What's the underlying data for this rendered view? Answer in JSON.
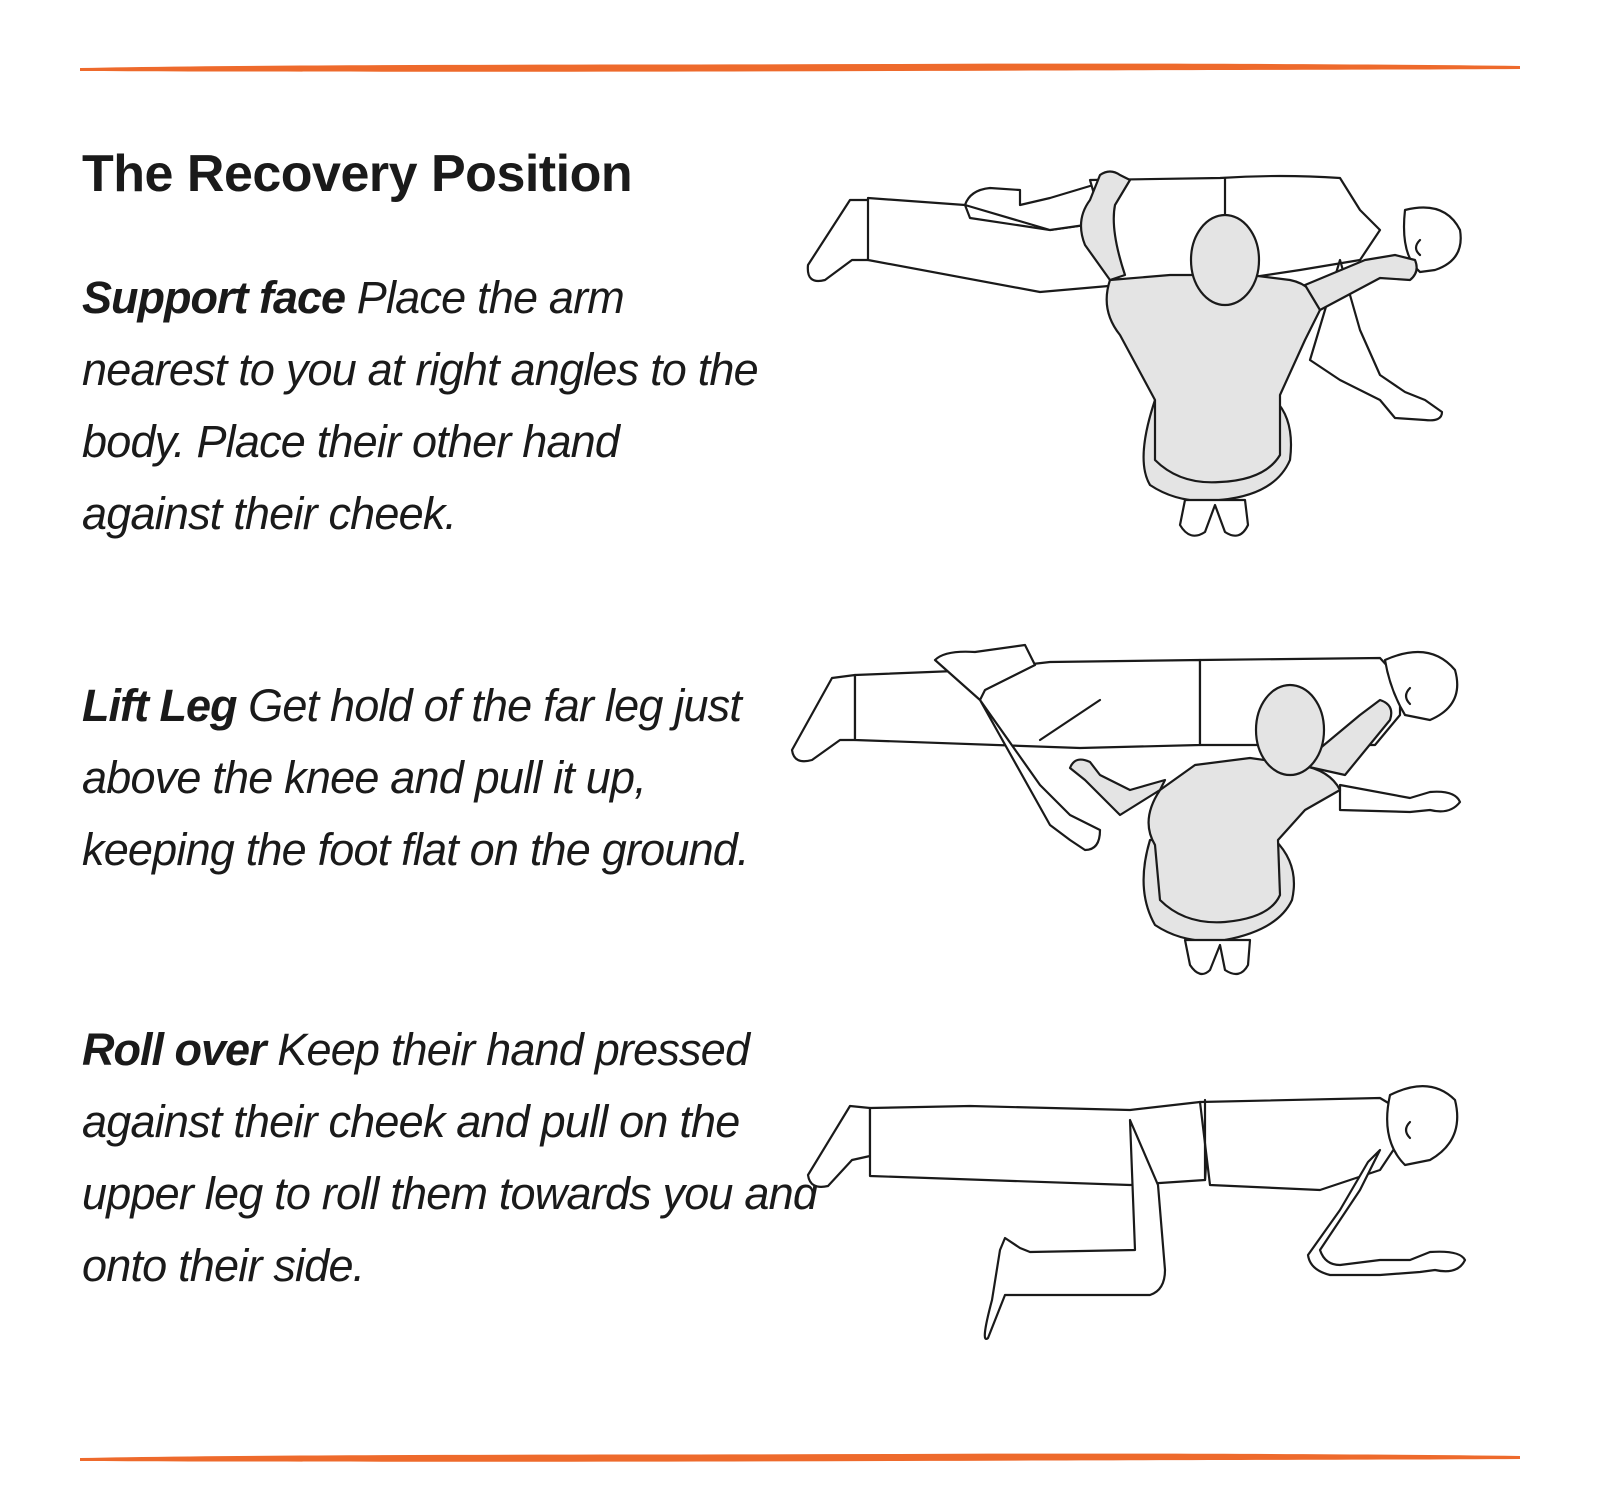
{
  "title": "The Recovery Position",
  "colors": {
    "accent_rule": "#ee6a2c",
    "text": "#1a1a1a",
    "figure_fill": "#e4e4e4"
  },
  "steps": [
    {
      "lead": "Support face",
      "body": " Place the arm nearest to you at right angles to the body. Place their other hand against their cheek."
    },
    {
      "lead": "Lift Leg",
      "body": " Get hold of the far leg just above the knee and pull it up, keeping the foot flat on the ground."
    },
    {
      "lead": "Roll over",
      "body": " Keep their hand pressed against their cheek and pull on the upper leg to roll them towards you and onto their side."
    }
  ],
  "figures": [
    {
      "icon": "support-face-illustration"
    },
    {
      "icon": "lift-leg-illustration"
    },
    {
      "icon": "roll-over-illustration"
    }
  ]
}
